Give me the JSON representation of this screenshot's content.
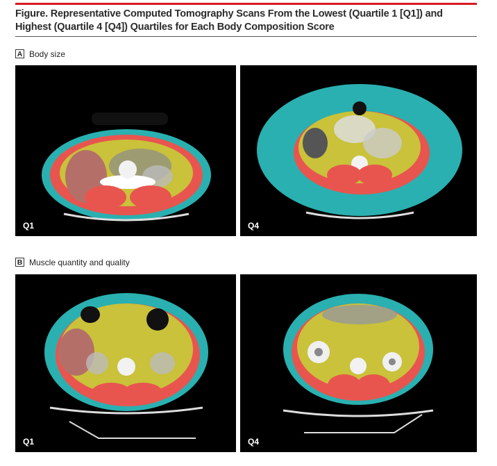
{
  "figure": {
    "title": "Figure. Representative Computed Tomography Scans From the Lowest (Quartile 1 [Q1]) and Highest (Quartile 4 [Q4]) Quartiles for Each Body Composition Score"
  },
  "panels": [
    {
      "letter": "A",
      "label": "Body size",
      "images": [
        {
          "quartile": "Q1"
        },
        {
          "quartile": "Q4"
        }
      ]
    },
    {
      "letter": "B",
      "label": "Muscle quantity and quality",
      "images": [
        {
          "quartile": "Q1"
        },
        {
          "quartile": "Q4"
        }
      ]
    }
  ],
  "colors": {
    "accent_bar": "#d71920",
    "subcutaneous_fat": "#3bbcbc",
    "muscle": "#e8554f",
    "visceral_fat": "#c9c23a",
    "bone": "#f2f2f2",
    "background": "#000000"
  }
}
